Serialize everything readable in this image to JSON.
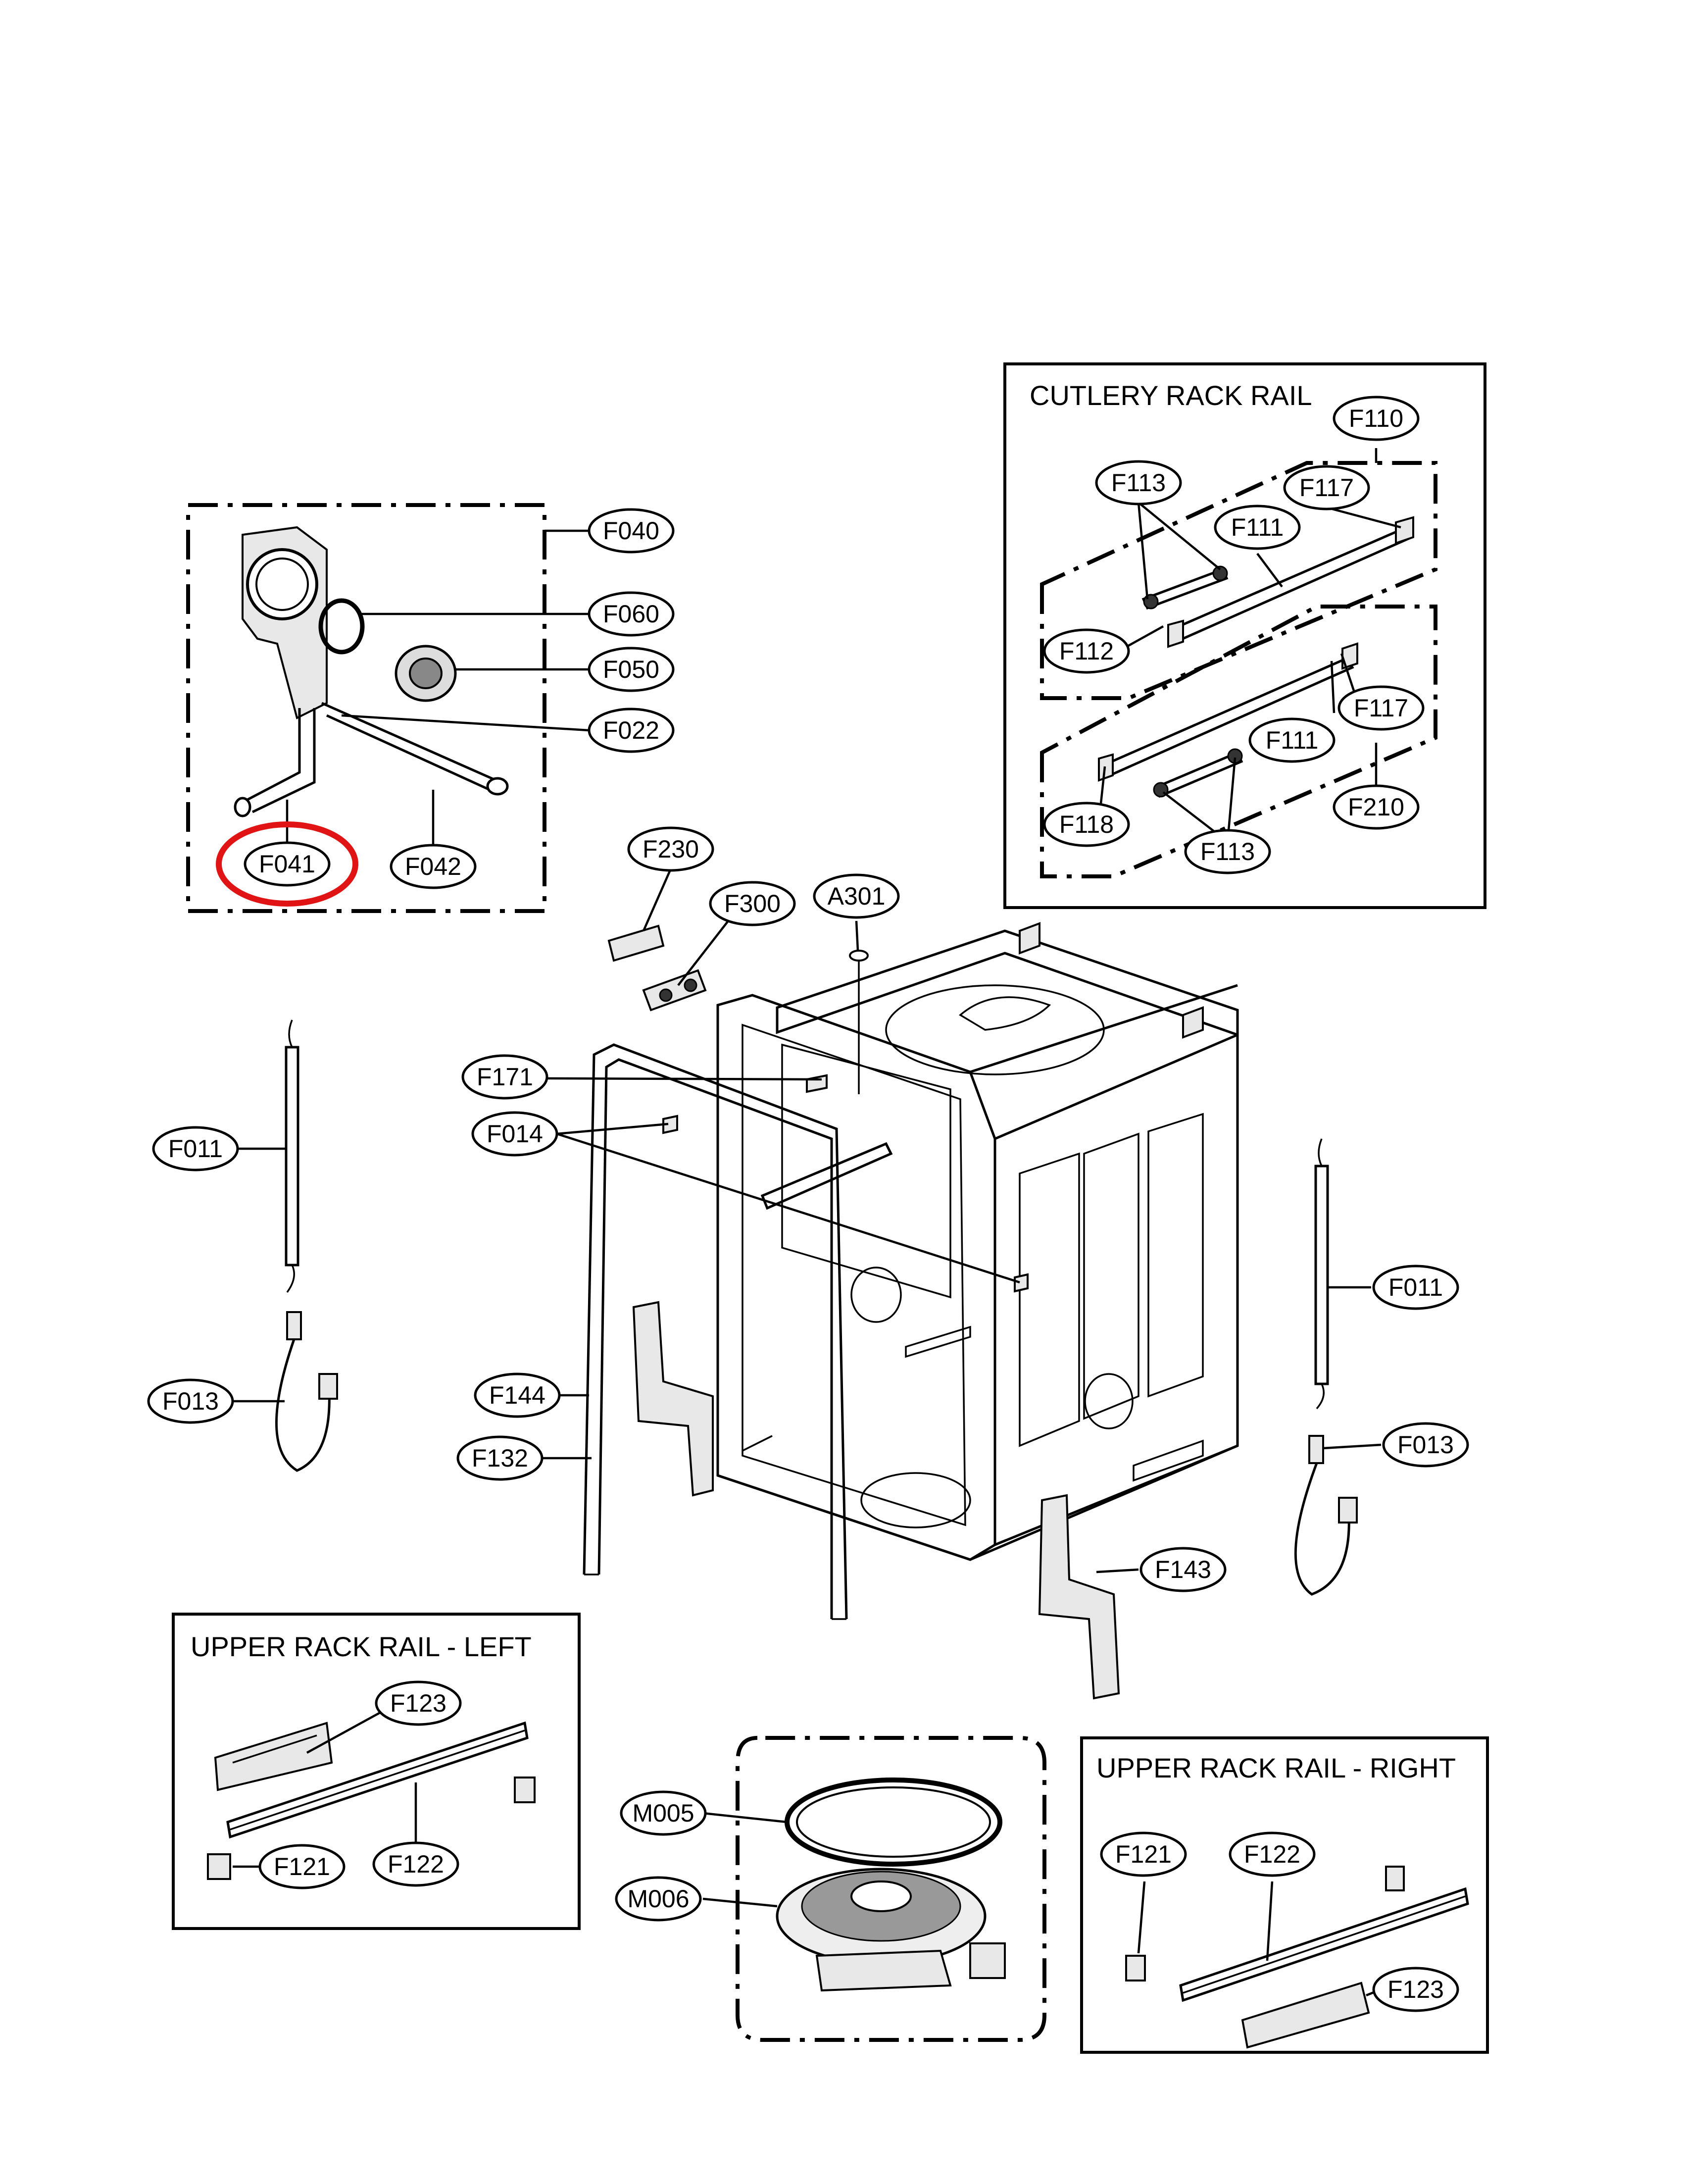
{
  "boxes": {
    "cutlery_rack_rail": "CUTLERY RACK RAIL",
    "upper_rack_rail_left": "UPPER RACK RAIL - LEFT",
    "upper_rack_rail_right": "UPPER RACK RAIL - RIGHT"
  },
  "highlight_color": "#e01414",
  "callouts": [
    {
      "id": "c-f110",
      "label": "F110"
    },
    {
      "id": "c-f113-top",
      "label": "F113"
    },
    {
      "id": "c-f117-top",
      "label": "F117"
    },
    {
      "id": "c-f111-top",
      "label": "F111"
    },
    {
      "id": "c-f112",
      "label": "F112"
    },
    {
      "id": "c-f117-bot",
      "label": "F117"
    },
    {
      "id": "c-f111-bot",
      "label": "F111"
    },
    {
      "id": "c-f118",
      "label": "F118"
    },
    {
      "id": "c-f210",
      "label": "F210"
    },
    {
      "id": "c-f113-bot",
      "label": "F113"
    },
    {
      "id": "c-f040",
      "label": "F040"
    },
    {
      "id": "c-f060",
      "label": "F060"
    },
    {
      "id": "c-f050",
      "label": "F050"
    },
    {
      "id": "c-f022",
      "label": "F022"
    },
    {
      "id": "c-f041",
      "label": "F041"
    },
    {
      "id": "c-f042",
      "label": "F042"
    },
    {
      "id": "c-f230",
      "label": "F230"
    },
    {
      "id": "c-f300",
      "label": "F300"
    },
    {
      "id": "c-a301",
      "label": "A301"
    },
    {
      "id": "c-f171",
      "label": "F171"
    },
    {
      "id": "c-f014",
      "label": "F014"
    },
    {
      "id": "c-f011-left",
      "label": "F011"
    },
    {
      "id": "c-f011-right",
      "label": "F011"
    },
    {
      "id": "c-f013-left",
      "label": "F013"
    },
    {
      "id": "c-f013-right",
      "label": "F013"
    },
    {
      "id": "c-f144",
      "label": "F144"
    },
    {
      "id": "c-f132",
      "label": "F132"
    },
    {
      "id": "c-f143",
      "label": "F143"
    },
    {
      "id": "c-f123-left",
      "label": "F123"
    },
    {
      "id": "c-f121-left",
      "label": "F121"
    },
    {
      "id": "c-f122-left",
      "label": "F122"
    },
    {
      "id": "c-m005",
      "label": "M005"
    },
    {
      "id": "c-m006",
      "label": "M006"
    },
    {
      "id": "c-f121-right",
      "label": "F121"
    },
    {
      "id": "c-f122-right",
      "label": "F122"
    },
    {
      "id": "c-f123-right",
      "label": "F123"
    }
  ]
}
